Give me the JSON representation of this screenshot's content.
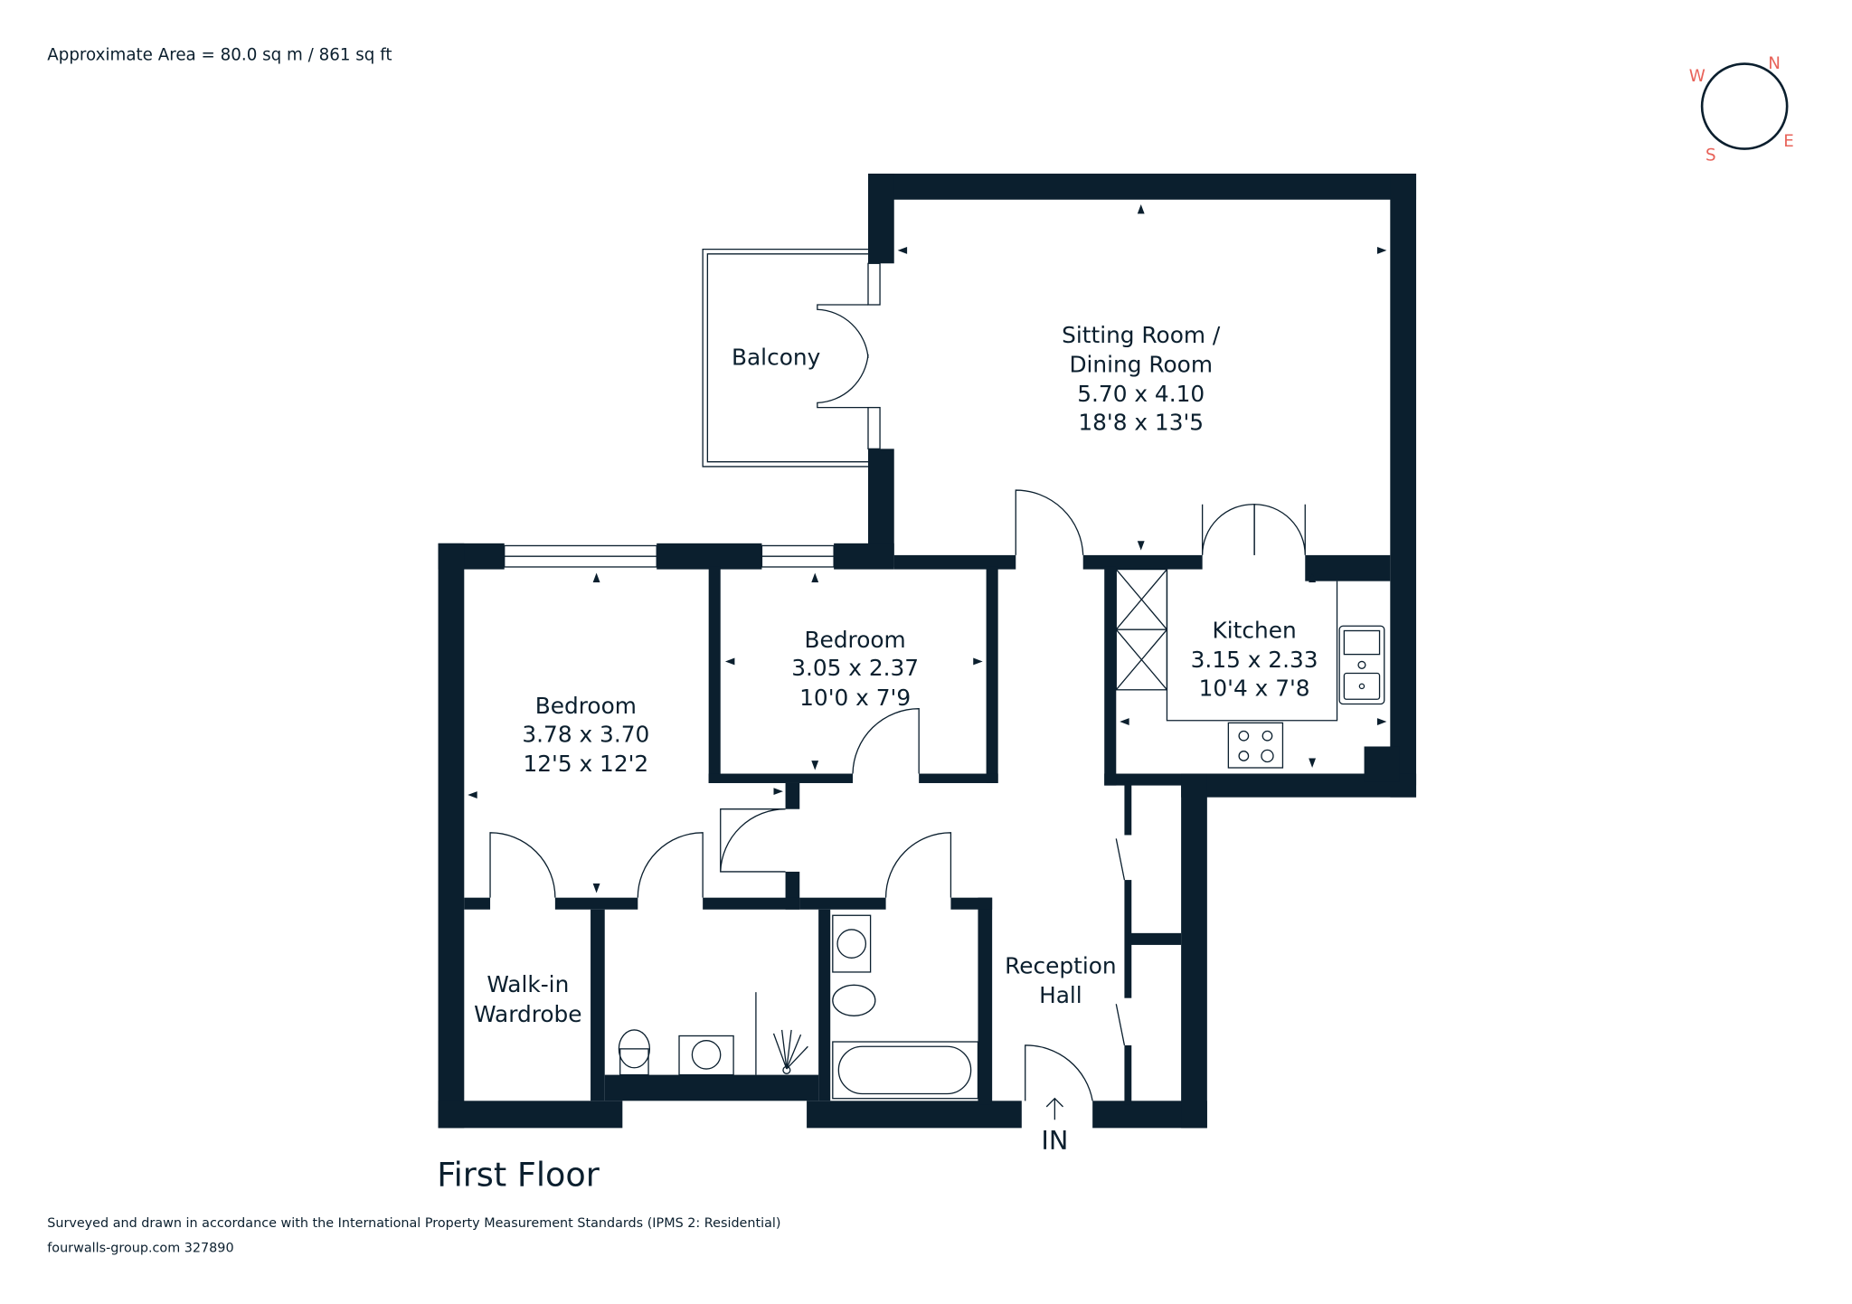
{
  "header": {
    "area": "Approximate Area = 80.0 sq m / 861 sq ft"
  },
  "compass": {
    "n": "N",
    "e": "E",
    "s": "S",
    "w": "W",
    "accent": "#e8635a"
  },
  "rooms": {
    "sitting": {
      "name1": "Sitting Room /",
      "name2": "Dining Room",
      "metric": "5.70 x 4.10",
      "imperial": "18'8 x 13'5"
    },
    "balcony": {
      "name": "Balcony"
    },
    "bedroom1": {
      "name": "Bedroom",
      "metric": "3.78 x 3.70",
      "imperial": "12'5 x 12'2"
    },
    "bedroom2": {
      "name": "Bedroom",
      "metric": "3.05 x 2.37",
      "imperial": "10'0 x 7'9"
    },
    "kitchen": {
      "name": "Kitchen",
      "metric": "3.15 x 2.33",
      "imperial": "10'4 x 7'8"
    },
    "wardrobe": {
      "name1": "Walk-in",
      "name2": "Wardrobe"
    },
    "hall": {
      "name1": "Reception",
      "name2": "Hall"
    },
    "entrance": {
      "label": "IN"
    }
  },
  "floor": {
    "title": "First Floor"
  },
  "footer": {
    "line1": "Surveyed and drawn in accordance with the International Property Measurement Standards (IPMS 2: Residential)",
    "line2": "fourwalls-group.com 327890"
  },
  "colors": {
    "wall": "#0b1f2e"
  }
}
